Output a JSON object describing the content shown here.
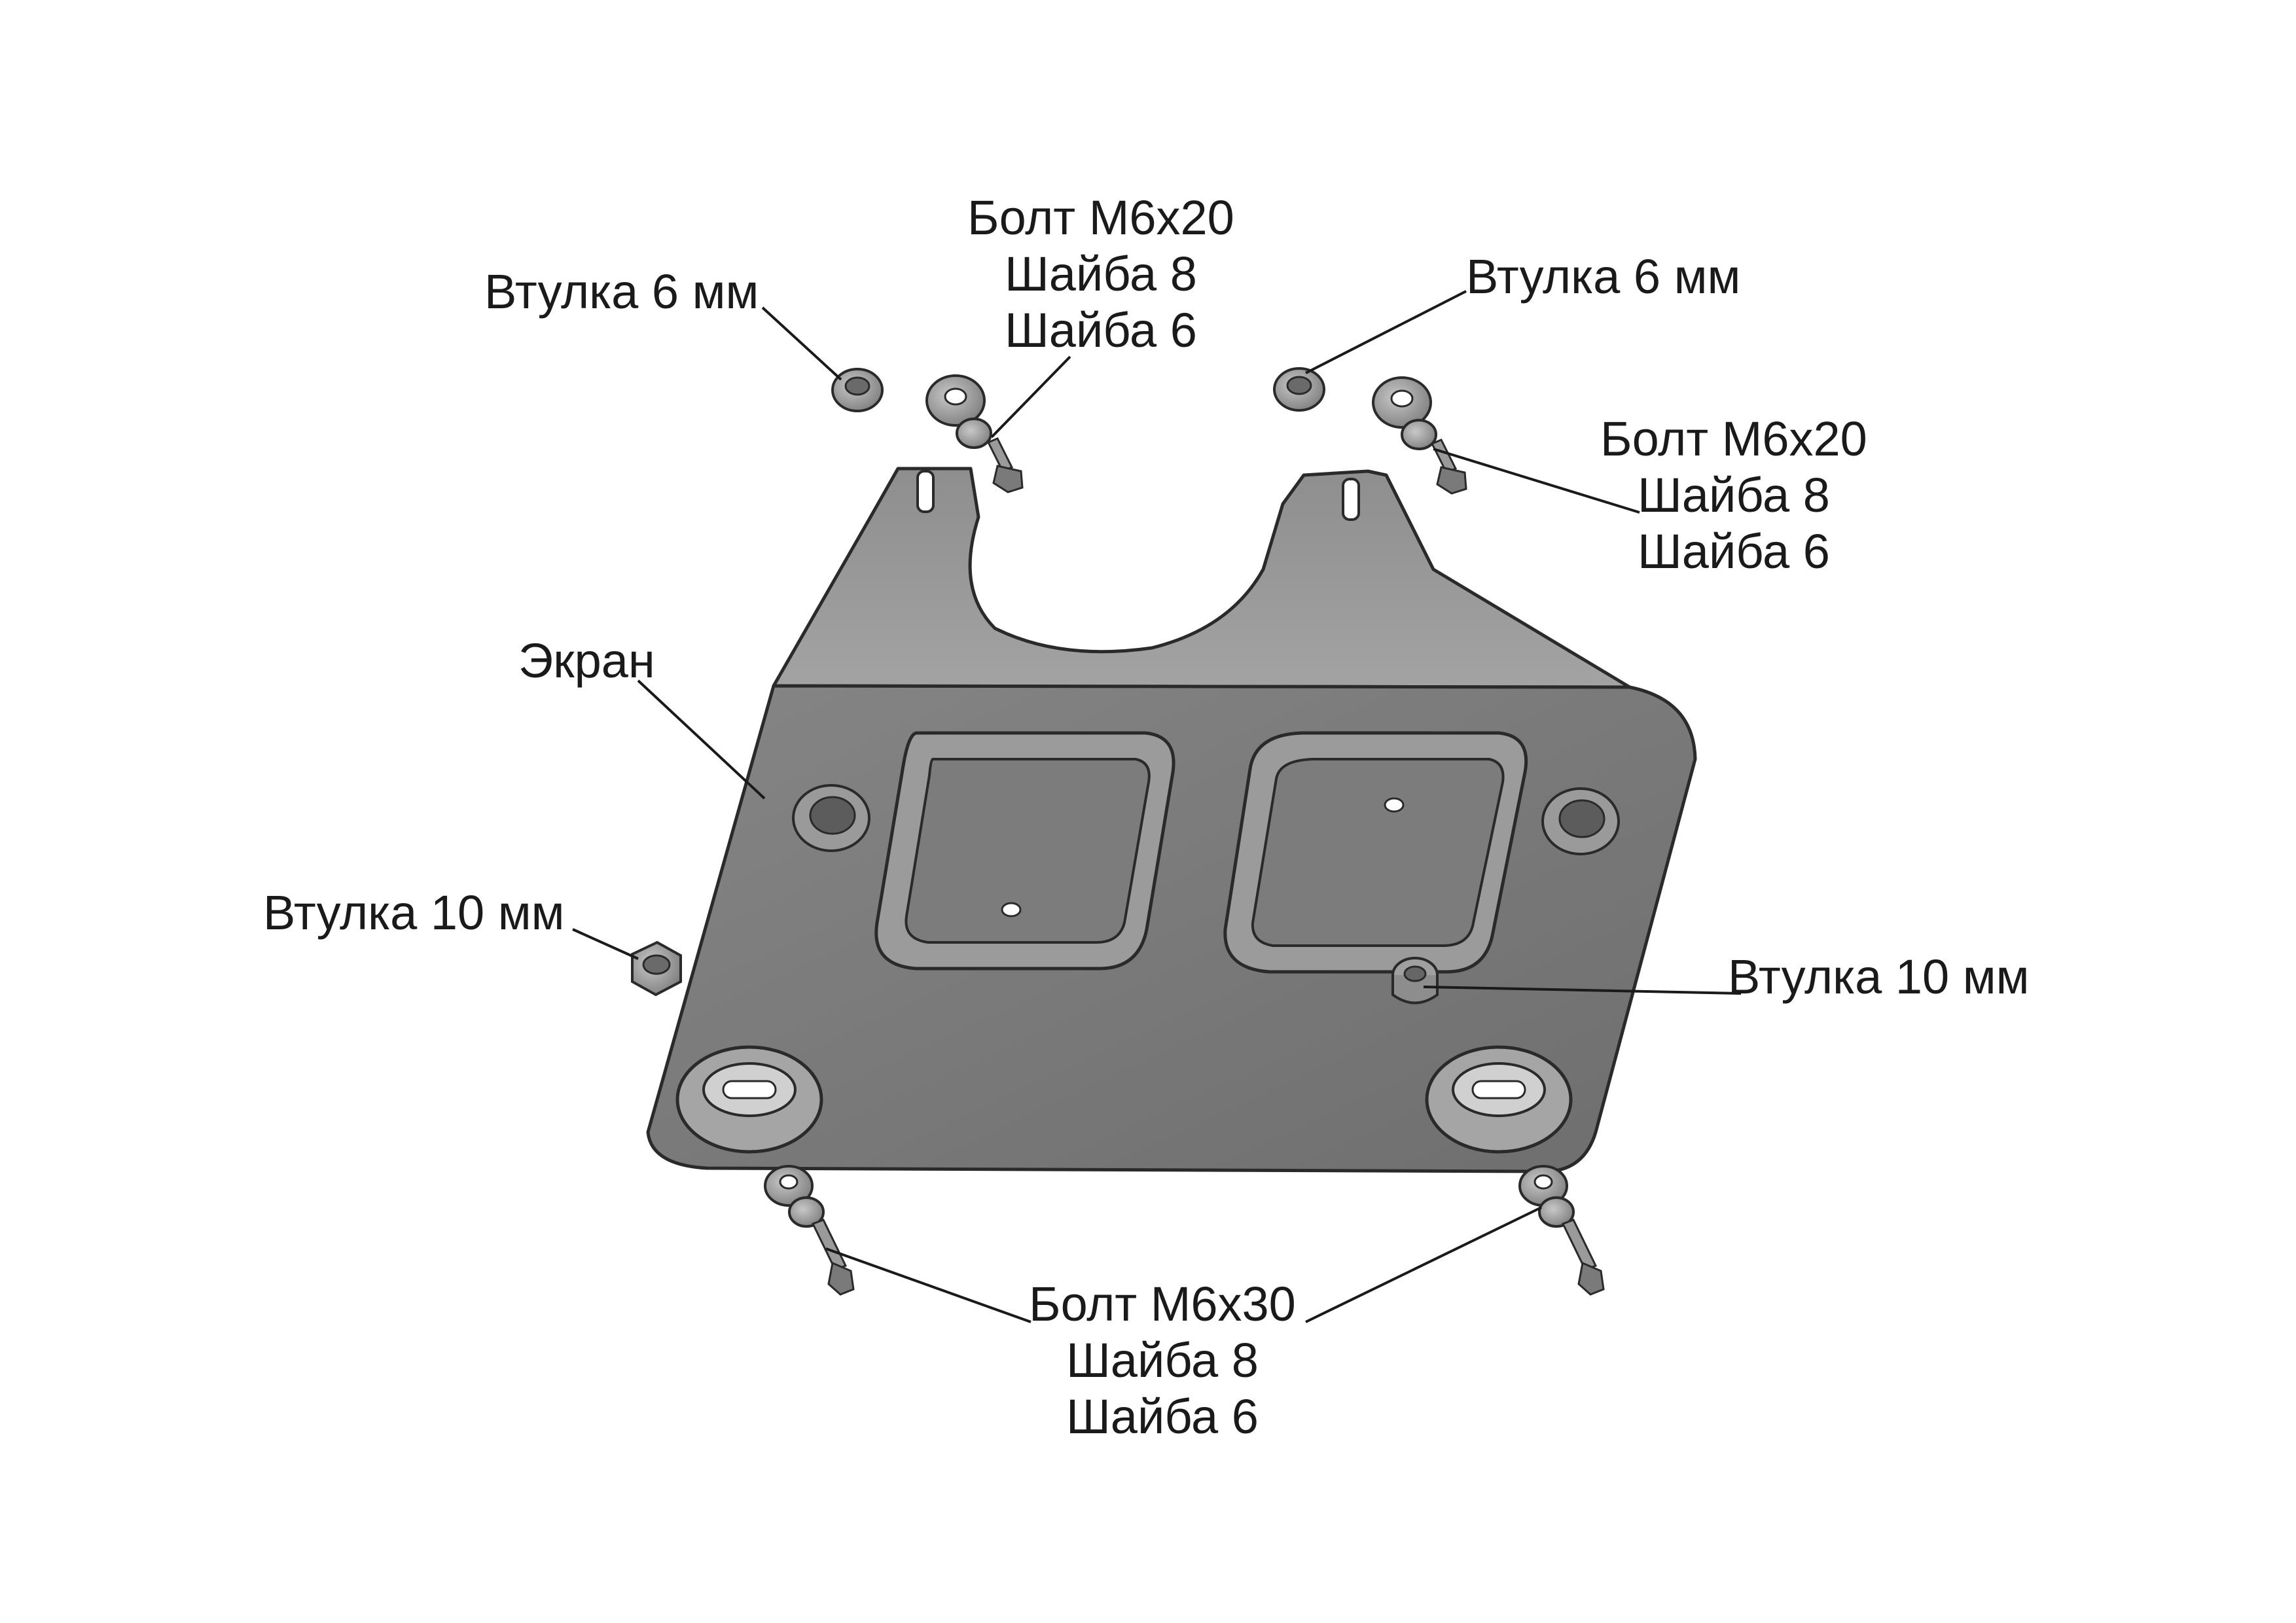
{
  "labels": {
    "screen": "Экран",
    "bushing6_left": "Втулка 6 мм",
    "bushing6_right": "Втулка 6 мм",
    "bushing10_left": "Втулка 10 мм",
    "bushing10_right": "Втулка 10 мм",
    "top_left_group": [
      "Болт М6х20",
      "Шайба 8",
      "Шайба 6"
    ],
    "top_right_group": [
      "Болт М6х20",
      "Шайба 8",
      "Шайба 6"
    ],
    "bottom_group": [
      "Болт М6х30",
      "Шайба 8",
      "Шайба 6"
    ]
  },
  "colors": {
    "plate": "#7d7d7d",
    "plate_top": "#9a9a9a",
    "hardware": "#8a8a8a",
    "outline": "#1a1a1a",
    "text": "#1a1a1a"
  }
}
